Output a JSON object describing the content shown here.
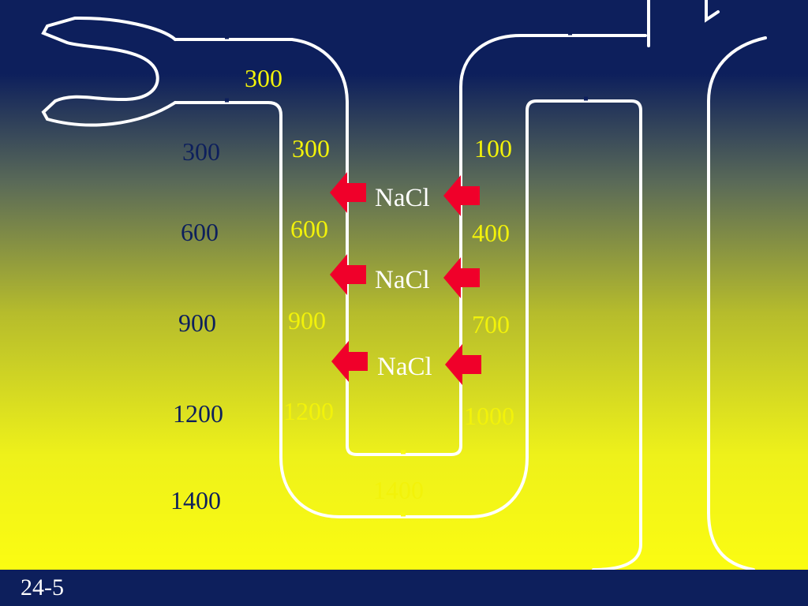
{
  "colors": {
    "navy": "#0d1f5c",
    "yellow_bright": "#f8fa10",
    "tube_text": "#f2f20a",
    "tube_outline": "#ffffff",
    "arrow": "#f0002a"
  },
  "slide_number": "24-5",
  "interstitial_values": [
    "300",
    "600",
    "900",
    "1200",
    "1400"
  ],
  "descending_limb_values": [
    "300",
    "300",
    "600",
    "900",
    "1200"
  ],
  "loop_bottom_value": "1400",
  "ascending_limb_values": [
    "100",
    "400",
    "700",
    "1000"
  ],
  "transport_labels": [
    "NaCl",
    "NaCl",
    "NaCl"
  ],
  "arrow_icon": "arrow-left-icon"
}
